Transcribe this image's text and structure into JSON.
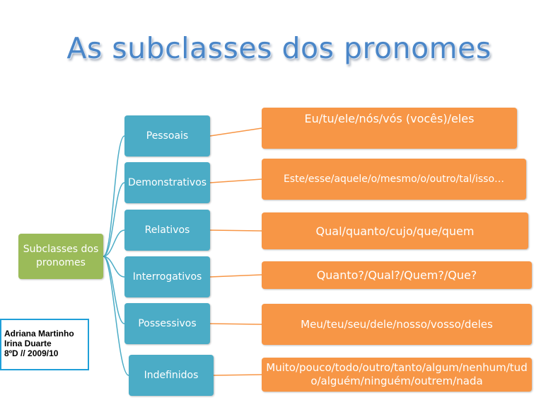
{
  "title": "As subclasses dos pronomes",
  "root": {
    "label": "Subclasses dos pronomes"
  },
  "subclasses": [
    {
      "label": "Pessoais",
      "examples": "Eu/tu/ele/nós/vós (vocês)/eles"
    },
    {
      "label": "Demonstrativos",
      "examples": "Este/esse/aquele/o/mesmo/o/outro/tal/isso…"
    },
    {
      "label": "Relativos",
      "examples": "Qual/quanto/cujo/que/quem"
    },
    {
      "label": "Interrogativos",
      "examples": "Quanto?/Qual?/Quem?/Que?"
    },
    {
      "label": "Possessivos",
      "examples": "Meu/teu/seu/dele/nosso/vosso/deles"
    },
    {
      "label": "Indefinidos",
      "examples": "Muito/pouco/todo/outro/tanto/algum/nenhum/tudo/alguém/ninguém/outrem/nada"
    }
  ],
  "credits": {
    "line1": "Adriana Martinho",
    "line2": "Irina Duarte",
    "line3": "8ºD // 2009/10"
  },
  "colors": {
    "root": "#9bbb59",
    "subclass": "#4bacc6",
    "example": "#f79646",
    "tree_line": "#4bacc6",
    "example_line": "#f79646",
    "title": "#4a86c8",
    "credits_border": "#1f9fd8"
  }
}
